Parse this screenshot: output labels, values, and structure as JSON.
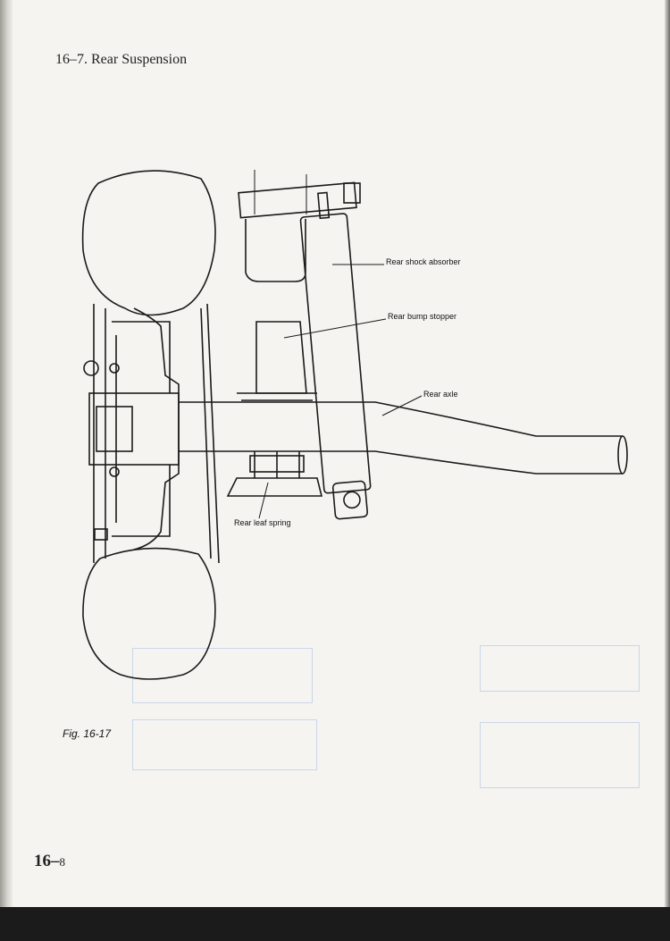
{
  "page": {
    "section_title": "16–7.  Rear Suspension",
    "figure_caption": "Fig. 16-17",
    "page_number_major": "16–",
    "page_number_minor": "8"
  },
  "diagram": {
    "labels": {
      "shock": "Rear shock absorber",
      "bump": "Rear bump stopper",
      "axle": "Rear axle",
      "spring": "Rear leaf spring"
    }
  }
}
